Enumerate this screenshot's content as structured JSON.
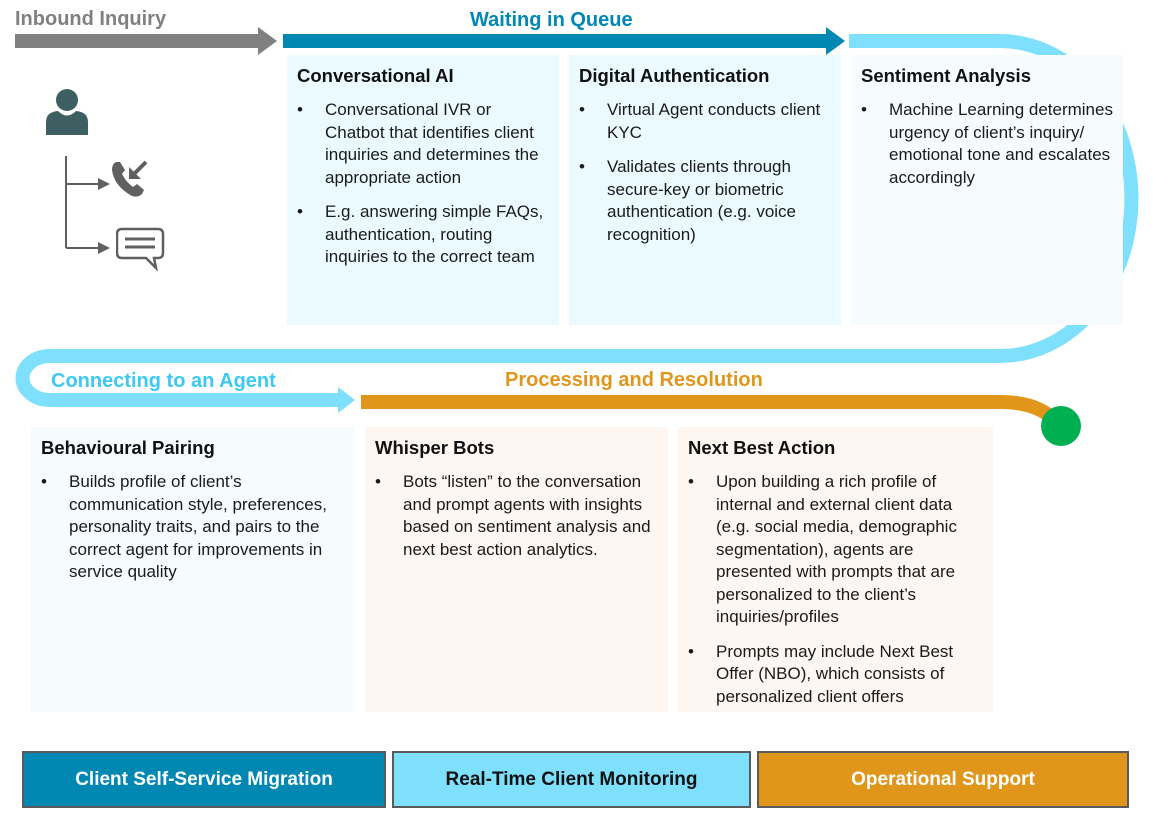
{
  "stages": {
    "inbound": {
      "label": "Inbound Inquiry",
      "color": "#808080"
    },
    "queue": {
      "label": "Waiting in Queue",
      "color": "#0088b3"
    },
    "connecting": {
      "label": "Connecting to an Agent",
      "color": "#7ee0fd",
      "text_color": "#3ccaf5"
    },
    "processing": {
      "label": "Processing and Resolution",
      "color": "#e0961a"
    }
  },
  "end_marker_color": "#00b050",
  "channels": {
    "person_icon": "person-icon",
    "phone_icon": "incoming-call-icon",
    "chat_icon": "chat-message-icon",
    "person_color": "#3e5f62",
    "icon_color": "#606060"
  },
  "cards": [
    {
      "title": "Conversational AI",
      "bullets": [
        "Conversational IVR or Chatbot that identifies client inquiries and determines the appropriate action",
        "E.g. answering simple FAQs, authentication, routing inquiries to the correct team"
      ]
    },
    {
      "title": "Digital Authentication",
      "bullets": [
        "Virtual Agent conducts client KYC",
        "Validates clients through secure-key or biometric authentication (e.g. voice recognition)"
      ]
    },
    {
      "title": "Sentiment Analysis",
      "bullets": [
        "Machine Learning determines urgency of client’s inquiry/ emotional tone and escalates accordingly"
      ]
    },
    {
      "title": "Behavioural Pairing",
      "bullets": [
        "Builds profile of client’s communication style, preferences, personality traits, and pairs to the correct agent for improvements in service quality"
      ]
    },
    {
      "title": "Whisper Bots",
      "bullets": [
        "Bots “listen” to the conversation and prompt agents with insights based on sentiment analysis and next best action analytics."
      ]
    },
    {
      "title": "Next Best Action",
      "bullets": [
        "Upon building a rich profile of internal and external client data (e.g. social media, demographic segmentation), agents are presented with prompts that are personalized to the client’s inquiries/profiles",
        "Prompts may include Next Best Offer (NBO), which consists of personalized client offers"
      ]
    }
  ],
  "bullet_glyph": "•",
  "legend": [
    {
      "label": "Client Self-Service Migration",
      "bg": "#0088b3",
      "fg": "#ffffff"
    },
    {
      "label": "Real-Time Client Monitoring",
      "bg": "#7ee0fd",
      "fg": "#111111"
    },
    {
      "label": "Operational Support",
      "bg": "#e0961a",
      "fg": "#ffffff"
    }
  ]
}
